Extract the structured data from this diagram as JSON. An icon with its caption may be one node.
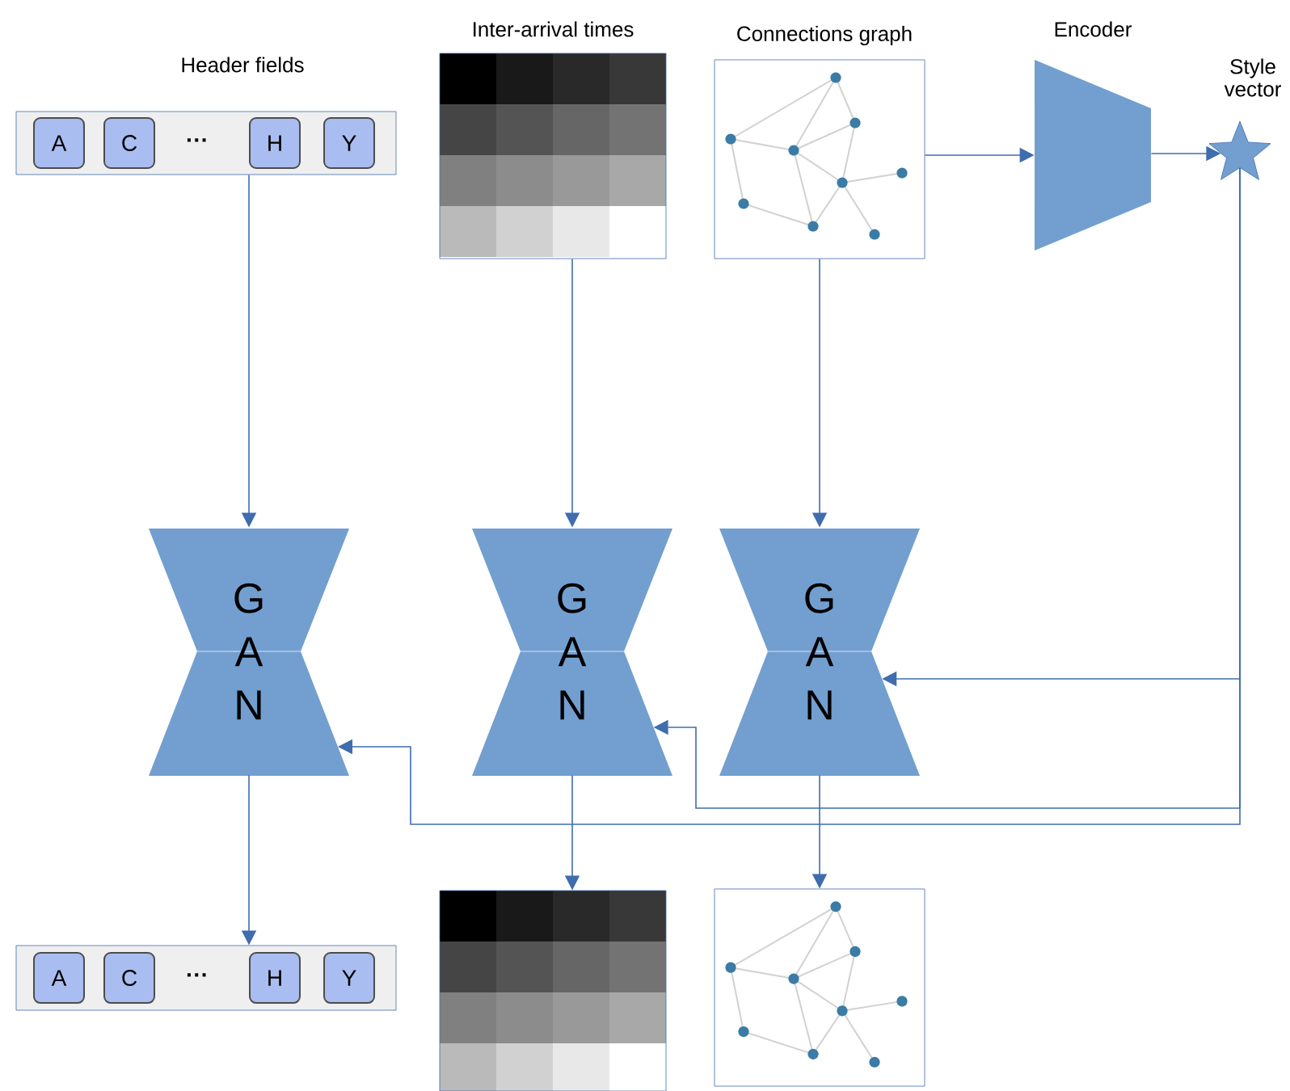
{
  "diagram": {
    "nodes": [
      {
        "text": [
          "Header fields",
          "···"
        ]
      },
      {
        "text": [
          "A"
        ],
        "in": 0
      },
      {
        "text": [
          "C"
        ],
        "in": 0
      },
      {
        "text": [
          "H"
        ],
        "in": 0
      },
      {
        "text": [
          "Y"
        ],
        "in": 0
      },
      {
        "text": [
          "Inter-arrival times"
        ]
      },
      {
        "text": [
          "Connections graph"
        ]
      },
      {
        "text": [
          "Encoder"
        ]
      },
      {
        "text": [
          "Style vector"
        ]
      },
      {
        "text": [
          "G A N"
        ]
      },
      {
        "text": [
          "G A N"
        ]
      },
      {
        "text": [
          "G A N"
        ]
      },
      {
        "text": [
          "···"
        ]
      },
      {
        "text": [
          "A"
        ],
        "in": 12
      },
      {
        "text": [
          "C"
        ],
        "in": 12
      },
      {
        "text": [
          "H"
        ],
        "in": 12
      },
      {
        "text": [
          "Y"
        ],
        "in": 12
      },
      {
        "text": [],
        "shape": "picture"
      },
      {
        "text": [],
        "shape": "picture"
      }
    ],
    "edges": [
      {
        "from": 0,
        "to": 9,
        "arrow": "to"
      },
      {
        "from": 5,
        "to": 10,
        "arrow": "to"
      },
      {
        "from": 6,
        "to": 11,
        "arrow": "to"
      },
      {
        "from": 6,
        "to": 7,
        "arrow": "to"
      },
      {
        "from": 7,
        "to": 8,
        "arrow": "to"
      },
      {
        "from": 8,
        "to": 11,
        "arrow": "to"
      },
      {
        "from": 8,
        "to": 10,
        "arrow": "to"
      },
      {
        "from": 8,
        "to": 9,
        "arrow": "to"
      },
      {
        "from": 9,
        "to": 12,
        "arrow": "to"
      },
      {
        "from": 10,
        "to": 17,
        "arrow": "to"
      },
      {
        "from": 11,
        "to": 18,
        "arrow": "to"
      }
    ]
  }
}
